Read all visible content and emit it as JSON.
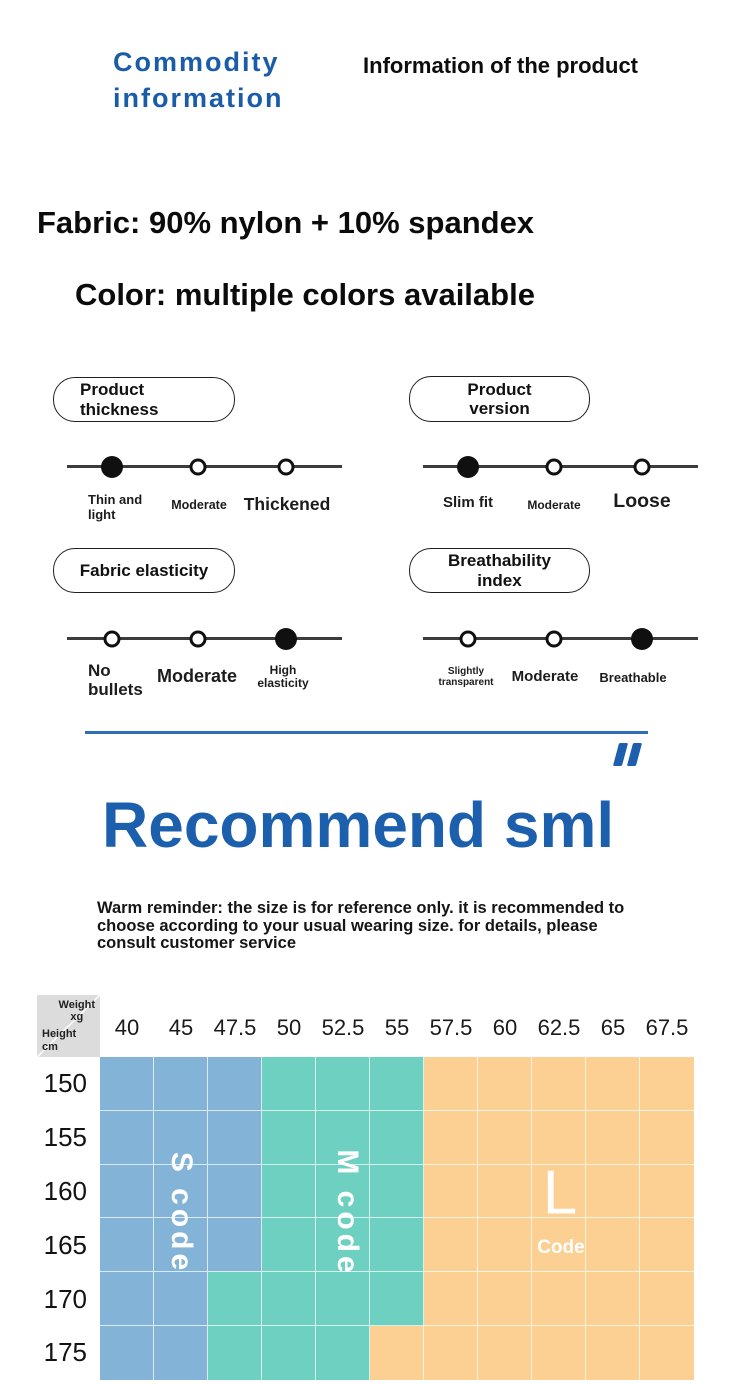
{
  "colors": {
    "brand_blue": "#1c5fad",
    "divider_blue": "#2f6db9",
    "s_blue": "#83b4d7",
    "m_teal": "#6ed0c1",
    "l_orange": "#fbd092",
    "corner_gray": "#dcdcdc"
  },
  "header": {
    "title": "Commodity information",
    "subtitle": "Information of the product"
  },
  "specs": {
    "fabric": "Fabric: 90% nylon + 10% spandex",
    "color": "Color: multiple colors available"
  },
  "sliders": [
    {
      "title": "Product\nthickness",
      "active": 0,
      "options": [
        {
          "label": "Thin and\nlight"
        },
        {
          "label": "Moderate"
        },
        {
          "label": "Thickened"
        }
      ]
    },
    {
      "title": "Product\nversion",
      "active": 0,
      "options": [
        {
          "label": "Slim fit"
        },
        {
          "label": "Moderate"
        },
        {
          "label": "Loose"
        }
      ]
    },
    {
      "title": "Fabric elasticity",
      "active": 2,
      "options": [
        {
          "label": "No\nbullets"
        },
        {
          "label": "Moderate"
        },
        {
          "label": "High\nelasticity"
        }
      ]
    },
    {
      "title": "Breathability\nindex",
      "active": 2,
      "options": [
        {
          "label": "Slightly\ntransparent"
        },
        {
          "label": "Moderate"
        },
        {
          "label": "Breathable"
        }
      ]
    }
  ],
  "recommend": {
    "heading": "Recommend sml",
    "note": "Warm reminder: the size is for reference only. it is recommended to choose according to your usual wearing size. for details, please consult customer service"
  },
  "chart_data": {
    "type": "heatmap",
    "x_axis": {
      "label": "Weight\nxg",
      "values": [
        "40",
        "45",
        "47.5",
        "50",
        "52.5",
        "55",
        "57.5",
        "60",
        "62.5",
        "65",
        "67.5"
      ]
    },
    "y_axis": {
      "label": "Height\ncm",
      "values": [
        "150",
        "155",
        "160",
        "165",
        "170",
        "175"
      ]
    },
    "grid": [
      [
        "S",
        "S",
        "S",
        "M",
        "M",
        "M",
        "L",
        "L",
        "L",
        "L",
        "L"
      ],
      [
        "S",
        "S",
        "S",
        "M",
        "M",
        "M",
        "L",
        "L",
        "L",
        "L",
        "L"
      ],
      [
        "S",
        "S",
        "S",
        "M",
        "M",
        "M",
        "L",
        "L",
        "L",
        "L",
        "L"
      ],
      [
        "S",
        "S",
        "S",
        "M",
        "M",
        "M",
        "L",
        "L",
        "L",
        "L",
        "L"
      ],
      [
        "S",
        "S",
        "M",
        "M",
        "M",
        "M",
        "L",
        "L",
        "L",
        "L",
        "L"
      ],
      [
        "S",
        "S",
        "M",
        "M",
        "M",
        "L",
        "L",
        "L",
        "L",
        "L",
        "L"
      ]
    ],
    "regions": {
      "S": "S code",
      "M": "M code",
      "L": "L",
      "L_sub": "Code"
    }
  }
}
